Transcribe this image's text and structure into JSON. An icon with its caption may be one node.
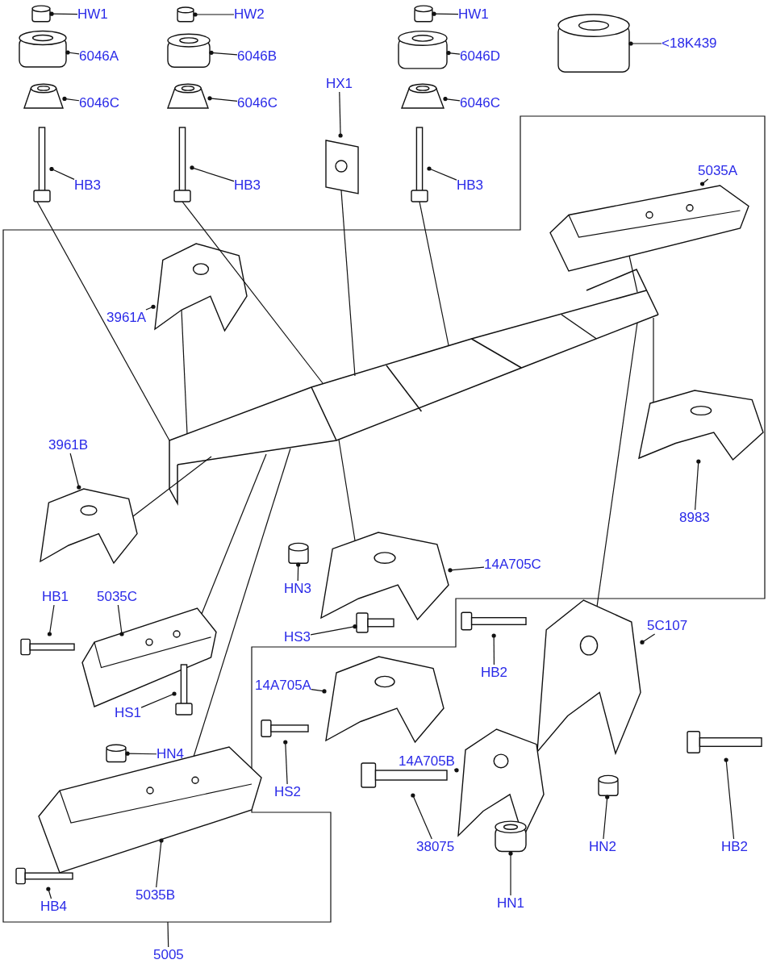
{
  "diagram": {
    "nodes": [
      {
        "text": [
          "HW1"
        ]
      },
      {
        "text": [],
        "shape": "cylinder"
      },
      {
        "text": [
          "6046A"
        ]
      },
      {
        "text": [],
        "shape": "cylinder"
      },
      {
        "text": [
          "6046C"
        ]
      },
      {
        "text": [],
        "shape": "cone"
      },
      {
        "text": [
          "HB3"
        ]
      },
      {
        "text": [],
        "shape": "picture"
      },
      {
        "text": [
          "HW2"
        ]
      },
      {
        "text": [],
        "shape": "cylinder"
      },
      {
        "text": [
          "6046B"
        ]
      },
      {
        "text": [],
        "shape": "cylinder"
      },
      {
        "text": [
          "6046C"
        ]
      },
      {
        "text": [],
        "shape": "cone"
      },
      {
        "text": [
          "HB3"
        ]
      },
      {
        "text": [],
        "shape": "picture"
      },
      {
        "text": [
          "HX1"
        ]
      },
      {
        "text": [],
        "shape": "picture"
      },
      {
        "text": [
          "HW1"
        ]
      },
      {
        "text": [],
        "shape": "cylinder"
      },
      {
        "text": [
          "6046D"
        ]
      },
      {
        "text": [],
        "shape": "cylinder"
      },
      {
        "text": [
          "6046C"
        ]
      },
      {
        "text": [],
        "shape": "cone"
      },
      {
        "text": [
          "HB3"
        ]
      },
      {
        "text": [],
        "shape": "picture"
      },
      {
        "text": [
          "<18K439"
        ]
      },
      {
        "text": [],
        "shape": "cylinder"
      },
      {
        "text": [
          "5035A"
        ]
      },
      {
        "text": [],
        "shape": "picture"
      },
      {
        "text": [
          "3961A"
        ]
      },
      {
        "text": [],
        "shape": "picture"
      },
      {
        "text": [
          "3961B"
        ]
      },
      {
        "text": [],
        "shape": "picture"
      },
      {
        "text": [
          "8983"
        ]
      },
      {
        "text": [],
        "shape": "picture"
      },
      {
        "text": [
          "14A705C"
        ]
      },
      {
        "text": [],
        "shape": "picture"
      },
      {
        "text": [
          "HN3"
        ]
      },
      {
        "text": [],
        "shape": "cylinder"
      },
      {
        "text": [
          "HS3"
        ]
      },
      {
        "text": [],
        "shape": "picture"
      },
      {
        "text": [
          "HB1"
        ]
      },
      {
        "text": [],
        "shape": "picture"
      },
      {
        "text": [
          "5035C"
        ]
      },
      {
        "text": [],
        "shape": "picture"
      },
      {
        "text": [
          "HS1"
        ]
      },
      {
        "text": [],
        "shape": "picture"
      },
      {
        "text": [
          "HN4"
        ]
      },
      {
        "text": [],
        "shape": "cylinder"
      },
      {
        "text": [
          "5035B"
        ]
      },
      {
        "text": [],
        "shape": "picture"
      },
      {
        "text": [
          "HB4"
        ]
      },
      {
        "text": [],
        "shape": "picture"
      },
      {
        "text": [
          "HB2"
        ]
      },
      {
        "text": [],
        "shape": "picture"
      },
      {
        "text": [
          "5C107"
        ]
      },
      {
        "text": [],
        "shape": "picture"
      },
      {
        "text": [
          "14A705A"
        ]
      },
      {
        "text": [],
        "shape": "picture"
      },
      {
        "text": [
          "HS2"
        ]
      },
      {
        "text": [],
        "shape": "picture"
      },
      {
        "text": [
          "14A705B"
        ]
      },
      {
        "text": [],
        "shape": "picture"
      },
      {
        "text": [
          "38075"
        ]
      },
      {
        "text": [],
        "shape": "picture"
      },
      {
        "text": [
          "HN2"
        ]
      },
      {
        "text": [],
        "shape": "cylinder"
      },
      {
        "text": [
          "HN1"
        ]
      },
      {
        "text": [],
        "shape": "cylinder"
      },
      {
        "text": [
          "HB2"
        ]
      },
      {
        "text": [],
        "shape": "picture"
      },
      {
        "text": [],
        "shape": "picture"
      },
      {
        "text": [
          "5005"
        ]
      }
    ],
    "edges": [
      {
        "from": 0,
        "to": 1,
        "arrow": "other"
      },
      {
        "from": 2,
        "to": 3,
        "arrow": "other"
      },
      {
        "from": 4,
        "to": 5,
        "arrow": "other"
      },
      {
        "from": 6,
        "to": 7,
        "arrow": "other"
      },
      {
        "from": 8,
        "to": 9,
        "arrow": "other"
      },
      {
        "from": 10,
        "to": 11,
        "arrow": "other"
      },
      {
        "from": 12,
        "to": 13,
        "arrow": "other"
      },
      {
        "from": 14,
        "to": 15,
        "arrow": "other"
      },
      {
        "from": 16,
        "to": 17,
        "arrow": "other"
      },
      {
        "from": 18,
        "to": 19,
        "arrow": "other"
      },
      {
        "from": 20,
        "to": 21,
        "arrow": "other"
      },
      {
        "from": 22,
        "to": 23,
        "arrow": "other"
      },
      {
        "from": 24,
        "to": 25,
        "arrow": "other"
      },
      {
        "from": 26,
        "to": 27,
        "arrow": "other"
      },
      {
        "from": 28,
        "to": 29,
        "arrow": "other"
      },
      {
        "from": 30,
        "to": 31,
        "arrow": "other"
      },
      {
        "from": 32,
        "to": 33,
        "arrow": "other"
      },
      {
        "from": 34,
        "to": 35,
        "arrow": "other"
      },
      {
        "from": 36,
        "to": 37,
        "arrow": "other"
      },
      {
        "from": 38,
        "to": 39,
        "arrow": "other"
      },
      {
        "from": 40,
        "to": 41,
        "arrow": "other"
      },
      {
        "from": 42,
        "to": 43,
        "arrow": "other"
      },
      {
        "from": 44,
        "to": 45,
        "arrow": "other"
      },
      {
        "from": 46,
        "to": 47,
        "arrow": "other"
      },
      {
        "from": 48,
        "to": 49,
        "arrow": "other"
      },
      {
        "from": 50,
        "to": 51,
        "arrow": "other"
      },
      {
        "from": 52,
        "to": 53,
        "arrow": "other"
      },
      {
        "from": 54,
        "to": 55,
        "arrow": "other"
      },
      {
        "from": 56,
        "to": 57,
        "arrow": "other"
      },
      {
        "from": 58,
        "to": 59,
        "arrow": "other"
      },
      {
        "from": 60,
        "to": 61,
        "arrow": "other"
      },
      {
        "from": 62,
        "to": 63,
        "arrow": "other"
      },
      {
        "from": 64,
        "to": 65,
        "arrow": "other"
      },
      {
        "from": 66,
        "to": 67,
        "arrow": "other"
      },
      {
        "from": 68,
        "to": 69,
        "arrow": "other"
      },
      {
        "from": 70,
        "to": 71,
        "arrow": "other"
      },
      {
        "from": 7,
        "to": 72,
        "arrow": "none"
      },
      {
        "from": 15,
        "to": 72,
        "arrow": "none"
      },
      {
        "from": 17,
        "to": 72,
        "arrow": "none"
      },
      {
        "from": 25,
        "to": 72,
        "arrow": "none"
      },
      {
        "from": 29,
        "to": 72,
        "arrow": "none"
      },
      {
        "from": 31,
        "to": 72,
        "arrow": "none"
      },
      {
        "from": 33,
        "to": 72,
        "arrow": "none"
      },
      {
        "from": 35,
        "to": 72,
        "arrow": "none"
      },
      {
        "from": 37,
        "to": 72,
        "arrow": "none"
      },
      {
        "from": 45,
        "to": 72,
        "arrow": "none"
      },
      {
        "from": 51,
        "to": 72,
        "arrow": "none"
      },
      {
        "from": 57,
        "to": 72,
        "arrow": "none"
      },
      {
        "from": 73,
        "to": null,
        "arrow": "none"
      }
    ]
  }
}
